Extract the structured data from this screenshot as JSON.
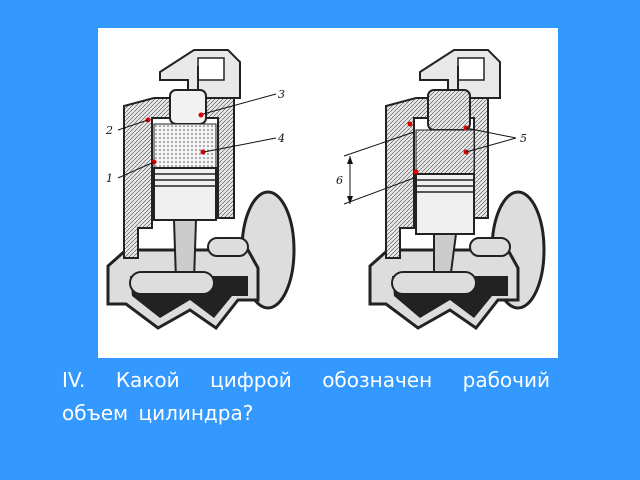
{
  "question": {
    "line1_words": [
      "IV.",
      "Какой",
      "цифрой",
      "обозначен",
      "рабочий"
    ],
    "line2": "объем  цилиндра?"
  },
  "diagram": {
    "left_labels": [
      "1",
      "2",
      "3",
      "4"
    ],
    "right_labels": [
      "5",
      "6"
    ],
    "colors": {
      "background": "#3399ff",
      "figure": "#ffffff",
      "marker": "#dd0000",
      "ink": "#1a1a1a"
    }
  }
}
